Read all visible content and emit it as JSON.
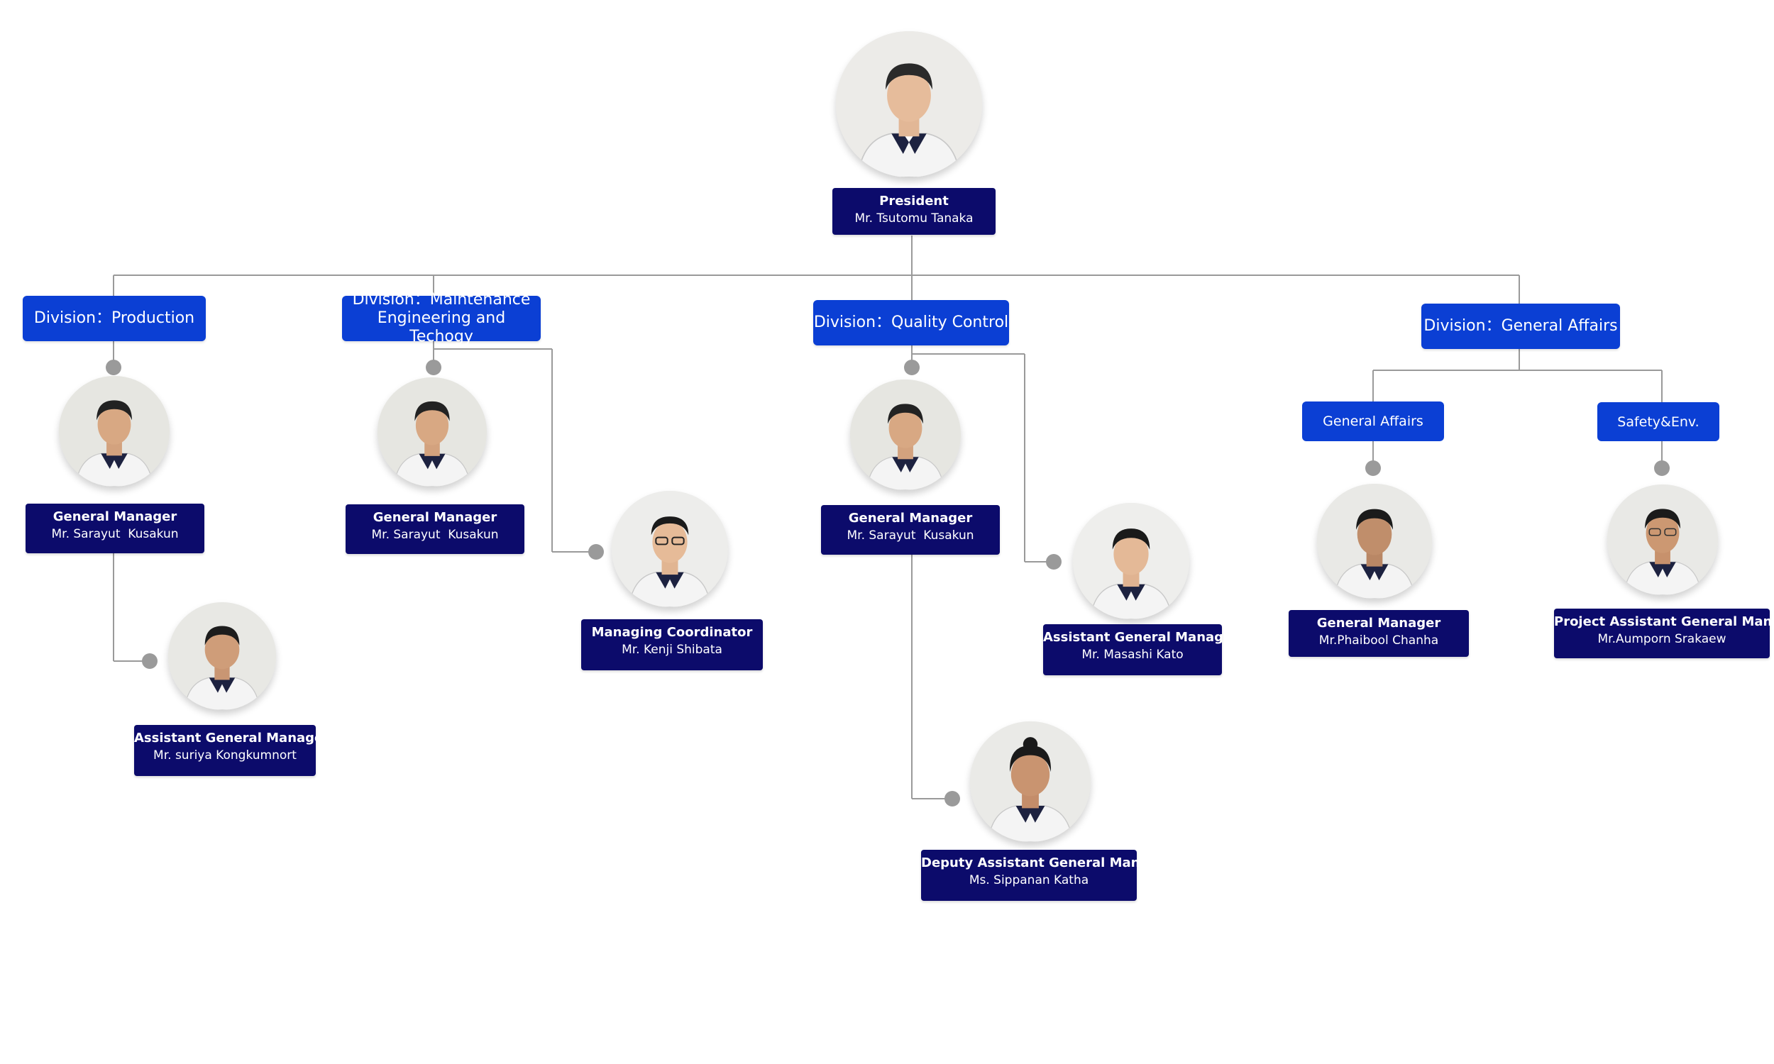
{
  "colors": {
    "person_box": "#0c0b6b",
    "division_box": "#0b3fd4",
    "connector": "#9a9a9a",
    "background": "#ffffff"
  },
  "president": {
    "role": "President",
    "name": "Mr. Tsutomu Tanaka"
  },
  "divisions": {
    "production": "Division：Production",
    "maintenance": "Division：Maintenance Engineering and Techogy",
    "quality_control": "Division：Quality Control",
    "general_affairs": "Division：General Affairs"
  },
  "subdivisions": {
    "general_affairs": "General Affairs",
    "safety_env": "Safety&Env."
  },
  "people": {
    "prod_gm": {
      "role": "General Manager",
      "name": "Mr. Sarayut  Kusakun"
    },
    "prod_agm": {
      "role": "Assistant General Manager",
      "name": "Mr. suriya Kongkumnort"
    },
    "maint_gm": {
      "role": "General Manager",
      "name": "Mr. Sarayut  Kusakun"
    },
    "maint_coord": {
      "role": "Managing Coordinator",
      "name": "Mr. Kenji Shibata"
    },
    "qc_gm": {
      "role": "General Manager",
      "name": "Mr. Sarayut  Kusakun"
    },
    "qc_agm": {
      "role": "Assistant General Manager",
      "name": "Mr. Masashi Kato"
    },
    "qc_dagm": {
      "role": "Deputy Assistant General Manager",
      "name": "Ms. Sippanan Katha"
    },
    "ga_gm": {
      "role": "General Manager",
      "name": "Mr.Phaibool Chanha"
    },
    "se_pagm": {
      "role": "Project Assistant General Manager",
      "name": "Mr.Aumporn Srakaew"
    }
  }
}
